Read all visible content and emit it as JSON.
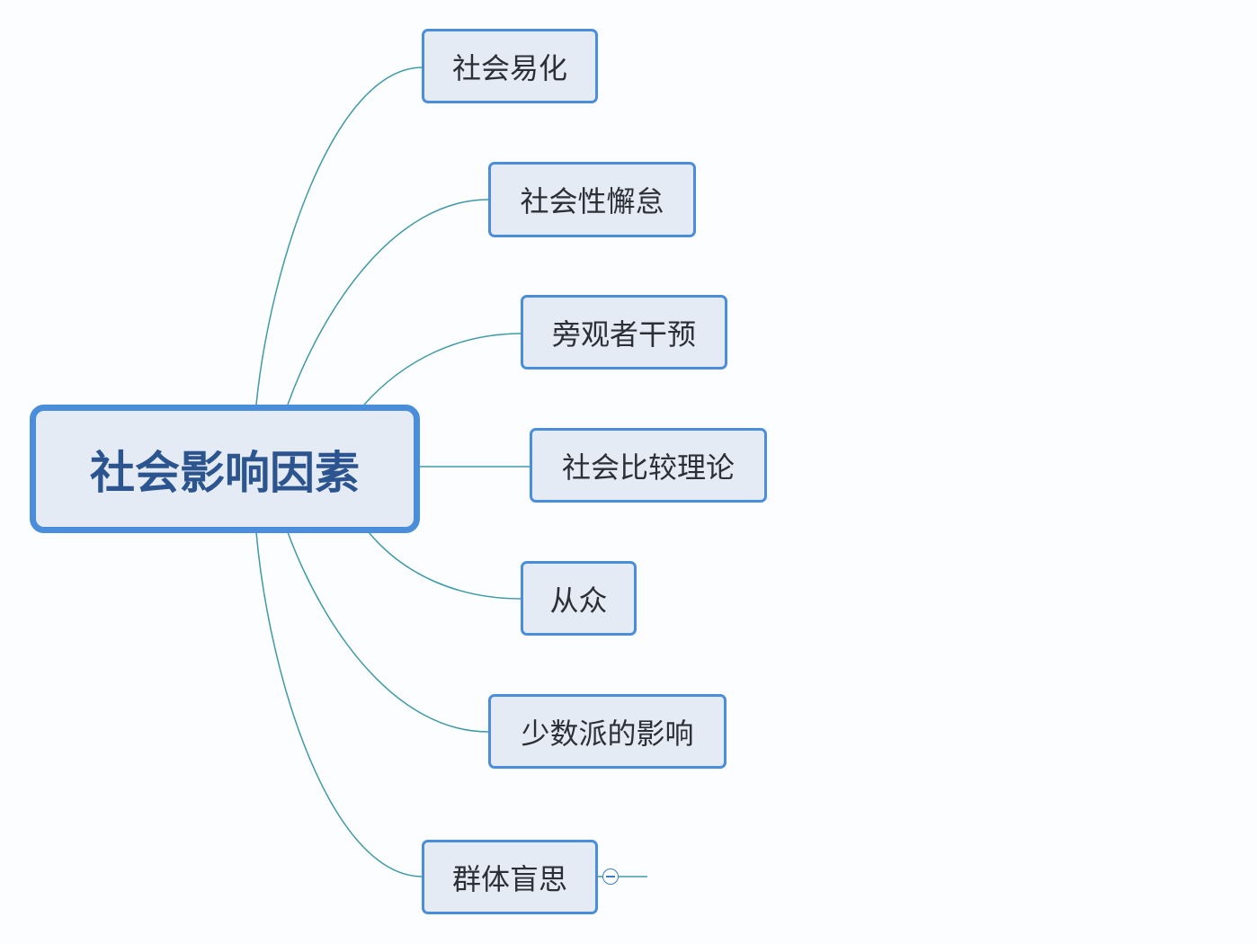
{
  "root": {
    "label": "社会影响因素"
  },
  "branches": [
    {
      "label": "社会易化"
    },
    {
      "label": "社会性懈怠"
    },
    {
      "label": "旁观者干预"
    },
    {
      "label": "社会比较理论"
    },
    {
      "label": "从众"
    },
    {
      "label": "少数派的影响"
    },
    {
      "label": "群体盲思"
    }
  ],
  "colors": {
    "node_fill": "#e5ebf4",
    "node_border": "#4a8edb",
    "root_text": "#2c5590",
    "connector": "#3e9aa6"
  },
  "icons": {
    "collapse": "minus-circle-icon"
  }
}
